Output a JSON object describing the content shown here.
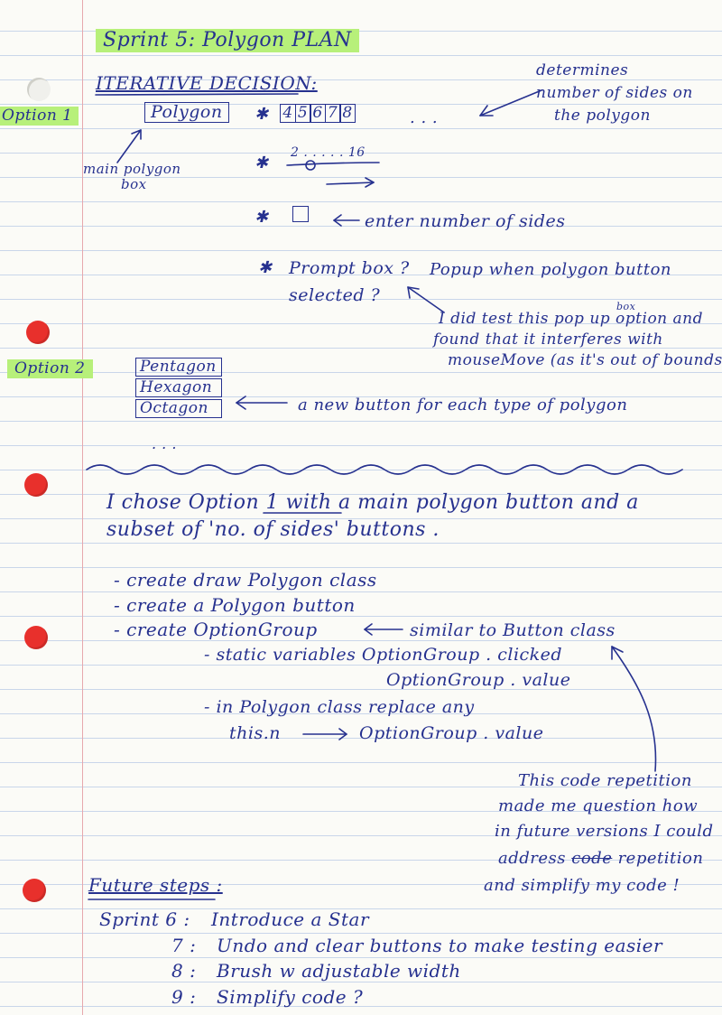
{
  "title": "Sprint 5: Polygon PLAN",
  "heading": "ITERATIVE DECISION:",
  "option1_label": "Option 1",
  "option2_label": "Option 2",
  "polygon_box": "Polygon",
  "number_buttons": [
    "4",
    "5",
    "6",
    "7",
    "8"
  ],
  "number_ellipsis": ". . .",
  "slider_range": "2 . . . . . 16",
  "side_note": [
    "determines",
    "number of sides on",
    "the polygon"
  ],
  "main_box_note": [
    "main polygon",
    "box"
  ],
  "input_note": "enter number of sides",
  "prompt_line1": "Prompt box ?",
  "prompt_line2": "selected ?",
  "popup_note": "Popup when polygon button",
  "test_note": {
    "superscript": "box",
    "lines": [
      "I did test this pop up option and",
      "found that it interferes with",
      "mouseMove (as it's out of bounds)"
    ]
  },
  "shape_buttons": [
    "Pentagon",
    "Hexagon",
    "Octagon"
  ],
  "shape_ellipsis": ". . .",
  "shape_note": "a new button for each type of polygon",
  "choice": [
    "I chose Option 1 with a main polygon button and a",
    "subset of 'no. of sides' buttons ."
  ],
  "tasks": {
    "t1": "- create draw Polygon class",
    "t2": "- create a Polygon button",
    "t3": "- create OptionGroup",
    "t3_note": "similar to Button class",
    "t4": "- static variables OptionGroup . clicked",
    "t4b": "OptionGroup . value",
    "t5": "- in Polygon class replace any",
    "t5b": "this.n",
    "t5c": "OptionGroup . value"
  },
  "reflection": {
    "lines": [
      "This code repetition",
      "made me question how",
      "in future versions I could"
    ],
    "l4_a": "address",
    "l4_strike": "code",
    "l4_b": "repetition",
    "l5": "and simplify my code !"
  },
  "future": {
    "title": "Future steps :",
    "items": [
      {
        "num": "Sprint 6 :",
        "text": "Introduce a Star"
      },
      {
        "num": "7 :",
        "text": "Undo and clear buttons to make testing easier"
      },
      {
        "num": "8 :",
        "text": "Brush w adjustable width"
      },
      {
        "num": "9 :",
        "text": "Simplify code ?"
      }
    ]
  }
}
